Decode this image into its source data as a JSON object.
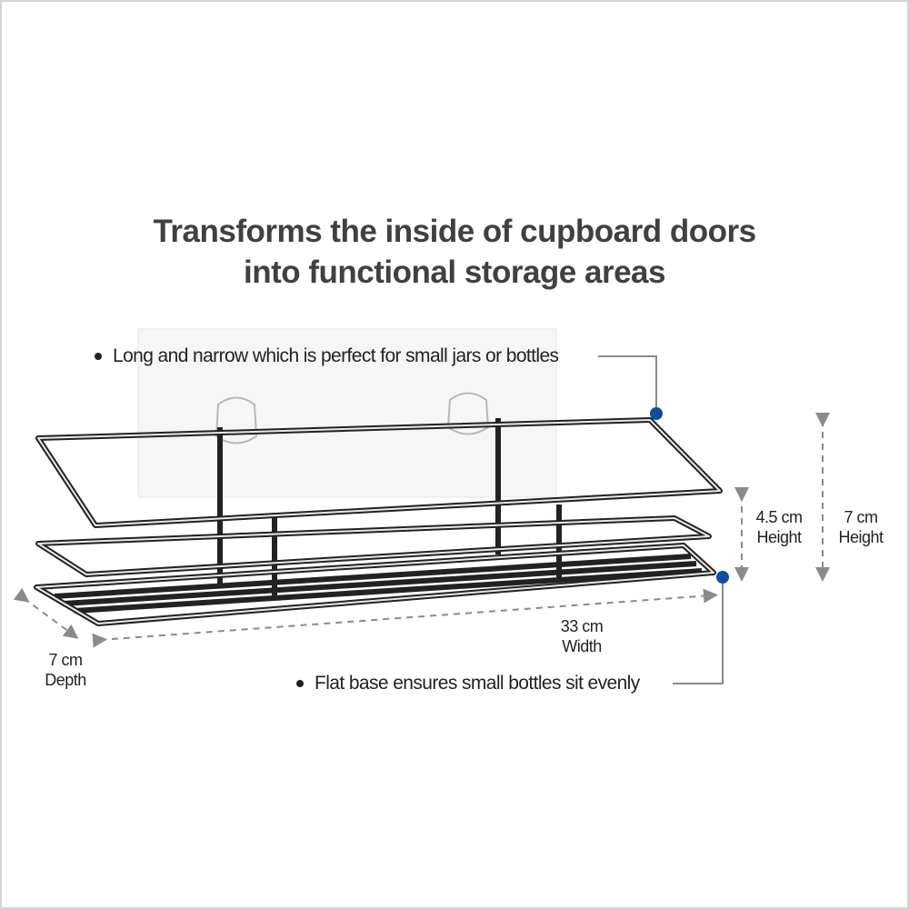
{
  "title": {
    "line1": "Transforms the inside of cupboard doors",
    "line2": "into functional storage areas"
  },
  "callouts": [
    {
      "text": "Long and narrow which is perfect for small jars or bottles"
    },
    {
      "text": "Flat base ensures small bottles sit evenly"
    }
  ],
  "dimensions": {
    "height_inner": {
      "value": "4.5 cm",
      "label": "Height"
    },
    "height_total": {
      "value": "7 cm",
      "label": "Height"
    },
    "width": {
      "value": "33 cm",
      "label": "Width"
    },
    "depth": {
      "value": "7 cm",
      "label": "Depth"
    }
  },
  "colors": {
    "accent_dot": "#0b4ea2",
    "dim_line": "#8a8a8a",
    "title": "#404040"
  }
}
